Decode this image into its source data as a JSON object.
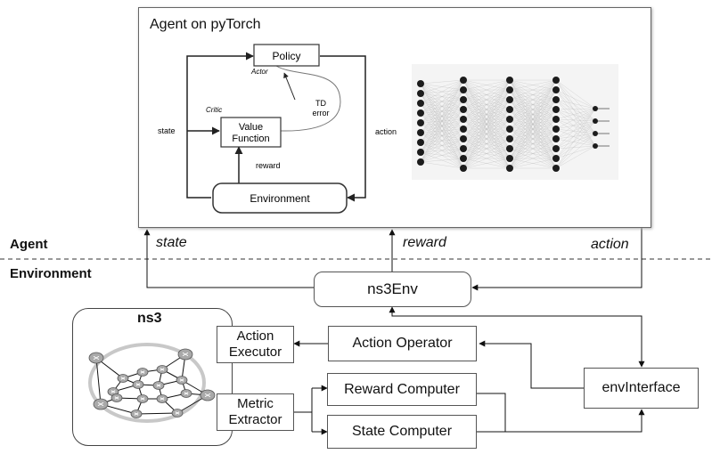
{
  "agent_panel": {
    "title": "Agent on pyTorch",
    "ac": {
      "policy": "Policy",
      "actor": "Actor",
      "critic": "Critic",
      "value_function_line1": "Value",
      "value_function_line2": "Function",
      "td_line1": "TD",
      "td_line2": "error",
      "state": "state",
      "action": "action",
      "reward": "reward",
      "environment": "Environment"
    }
  },
  "divider": {
    "agent": "Agent",
    "environment": "Environment"
  },
  "signals": {
    "state": "state",
    "reward": "reward",
    "action": "action"
  },
  "ns3env": "ns3Env",
  "ns3": {
    "title": "ns3"
  },
  "blocks": {
    "action_executor_line1": "Action",
    "action_executor_line2": "Executor",
    "metric_extractor_line1": "Metric",
    "metric_extractor_line2": "Extractor",
    "action_operator": "Action Operator",
    "reward_computer": "Reward Computer",
    "state_computer": "State Computer",
    "env_interface": "envInterface"
  }
}
